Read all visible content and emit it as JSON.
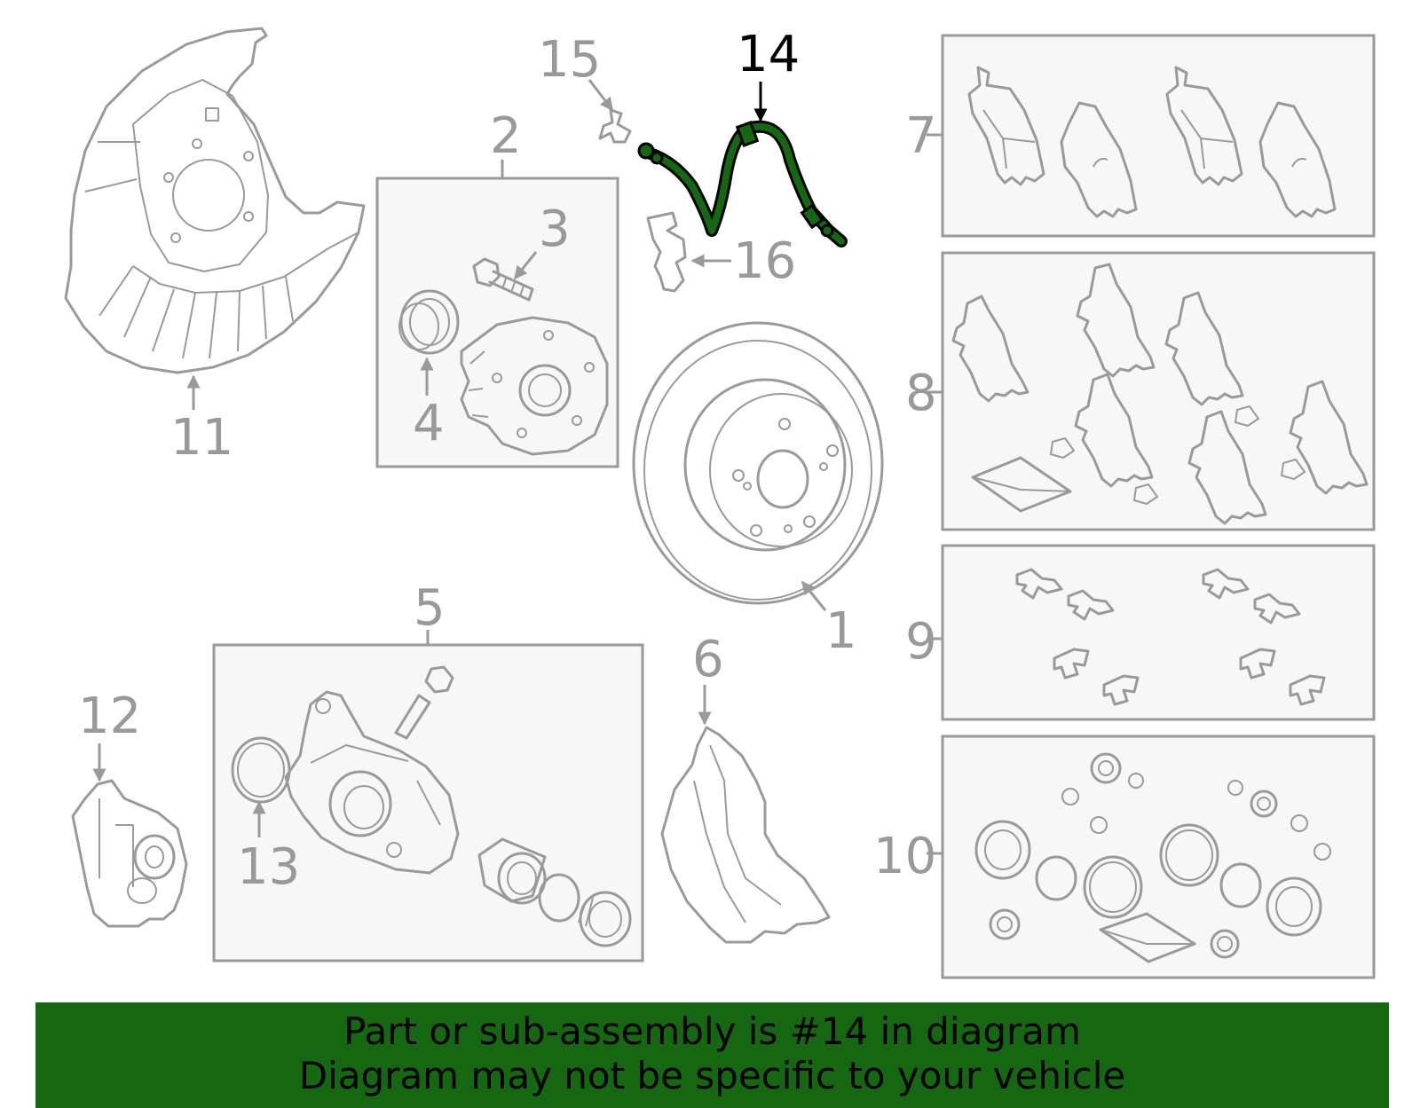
{
  "diagram": {
    "highlight_color": "#156811",
    "part_color": "#9a9a9a",
    "callouts": [
      {
        "id": "1",
        "label": "1"
      },
      {
        "id": "2",
        "label": "2"
      },
      {
        "id": "3",
        "label": "3"
      },
      {
        "id": "4",
        "label": "4"
      },
      {
        "id": "5",
        "label": "5"
      },
      {
        "id": "6",
        "label": "6"
      },
      {
        "id": "7",
        "label": "7"
      },
      {
        "id": "8",
        "label": "8"
      },
      {
        "id": "9",
        "label": "9"
      },
      {
        "id": "10",
        "label": "10"
      },
      {
        "id": "11",
        "label": "11"
      },
      {
        "id": "12",
        "label": "12"
      },
      {
        "id": "13",
        "label": "13"
      },
      {
        "id": "14",
        "label": "14",
        "highlighted": true
      },
      {
        "id": "15",
        "label": "15"
      },
      {
        "id": "16",
        "label": "16"
      }
    ]
  },
  "banner": {
    "line1": "Part or sub-assembly is #14 in diagram",
    "line2": "Diagram may not be specific to your vehicle",
    "background": "#156811"
  }
}
